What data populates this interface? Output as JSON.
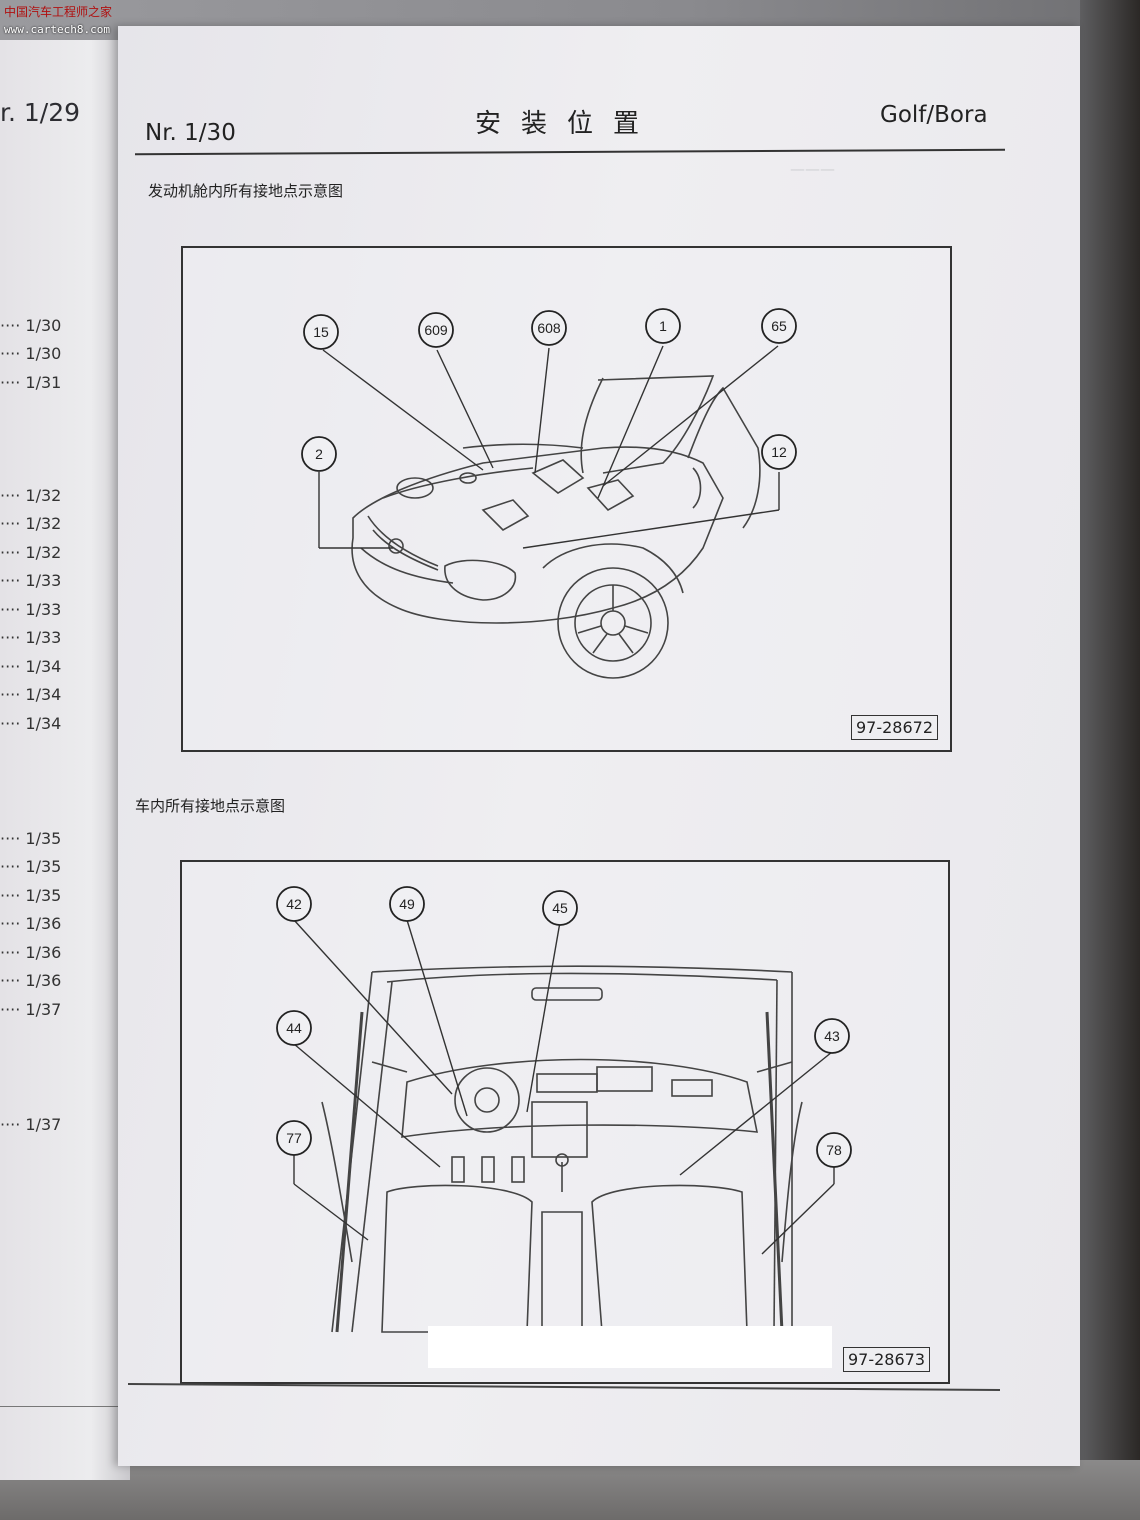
{
  "watermark": {
    "site_cn": "中国汽车工程师之家",
    "url": "www.cartech8.com"
  },
  "left_page": {
    "header": "r. 1/29",
    "toc": [
      "1/30",
      "1/30",
      "1/31",
      "1/32",
      "1/32",
      "1/32",
      "1/33",
      "1/33",
      "1/33",
      "1/34",
      "1/34",
      "1/34",
      "1/35",
      "1/35",
      "1/35",
      "1/36",
      "1/36",
      "1/36",
      "1/37",
      "1/37"
    ]
  },
  "header": {
    "page_no": "Nr. 1/30",
    "title": "安装位置",
    "model": "Golf/Bora"
  },
  "figure1": {
    "caption": "发动机舱内所有接地点示意图",
    "code": "97-28672",
    "callouts": [
      "15",
      "609",
      "608",
      "1",
      "65",
      "2",
      "12"
    ]
  },
  "figure2": {
    "caption": "车内所有接地点示意图",
    "code": "97-28673",
    "callouts": [
      "42",
      "49",
      "45",
      "44",
      "43",
      "77",
      "78"
    ]
  }
}
